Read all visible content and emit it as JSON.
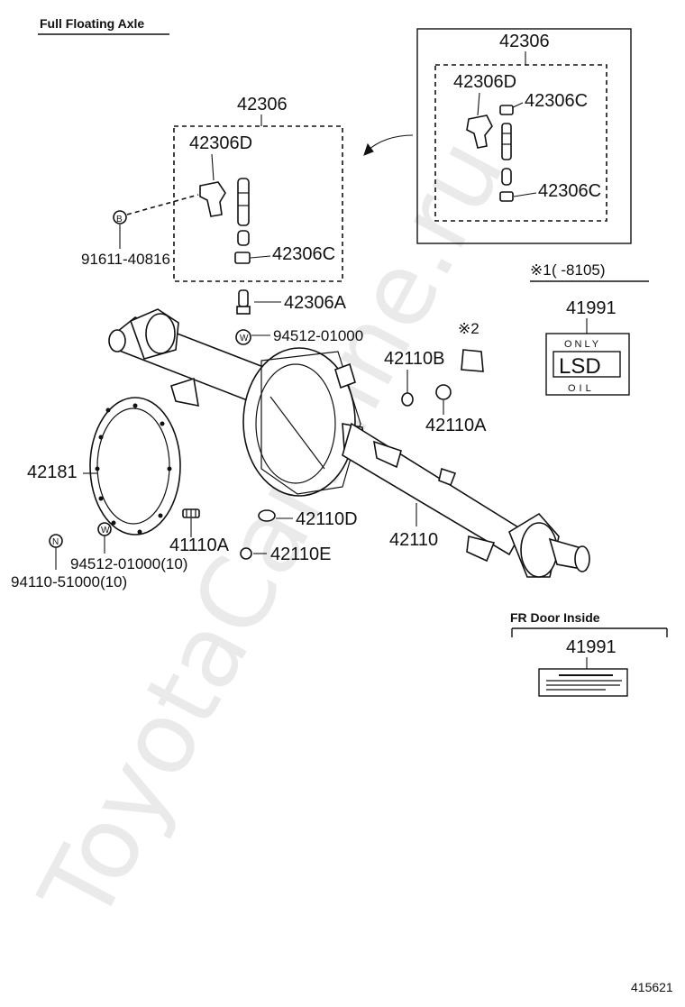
{
  "header": {
    "title": "Full Floating Axle"
  },
  "labels": {
    "42306_top": "42306",
    "42306D_main": "42306D",
    "42306C_main": "42306C",
    "42306A": "42306A",
    "91611_40816": "91611-40816",
    "94512_01000": "94512-01000",
    "42306_inset": "42306",
    "42306D_inset": "42306D",
    "42306C_inset_a": "42306C",
    "42306C_inset_b": "42306C",
    "42110B": "42110B",
    "42110A": "42110A",
    "42181": "42181",
    "41110A": "41110A",
    "42110D": "42110D",
    "42110E": "42110E",
    "42110": "42110",
    "94512_01000_10": "94512-01000(10)",
    "94110_51000_10": "94110-51000(10)",
    "note_2": "※2",
    "41991_a": "41991",
    "41991_b": "41991"
  },
  "note1": {
    "mark": "※1",
    "range": "(      -8105)"
  },
  "lsd_label": {
    "top": "ONLY",
    "main": "LSD",
    "bottom": "OIL"
  },
  "fr_door": {
    "title": "FR Door Inside"
  },
  "symbols": {
    "bolt": "B",
    "washer": "W",
    "nut": "N"
  },
  "watermark": "ToyotaCarMine.ru",
  "figure_id": "415621",
  "icons": [
    "arrow-icon",
    "axle-housing",
    "gasket-icon",
    "breather-icon",
    "sensor-icon"
  ]
}
